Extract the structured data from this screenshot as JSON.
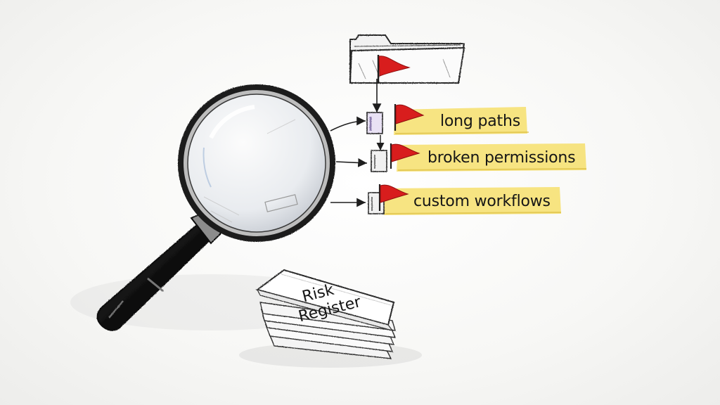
{
  "risk_items": [
    {
      "label": "long paths"
    },
    {
      "label": "broken permissions"
    },
    {
      "label": "custom workflows"
    }
  ],
  "register": {
    "line1": "Risk",
    "line2": "Register"
  },
  "colors": {
    "flag": "#d81d1d",
    "highlight": "#f6df6c",
    "ink": "#1e1e1e",
    "folder_tint": "#8f7fb0"
  },
  "icons": [
    "magnifying-glass-icon",
    "folder-icon",
    "flag-icon",
    "document-stack-icon"
  ]
}
